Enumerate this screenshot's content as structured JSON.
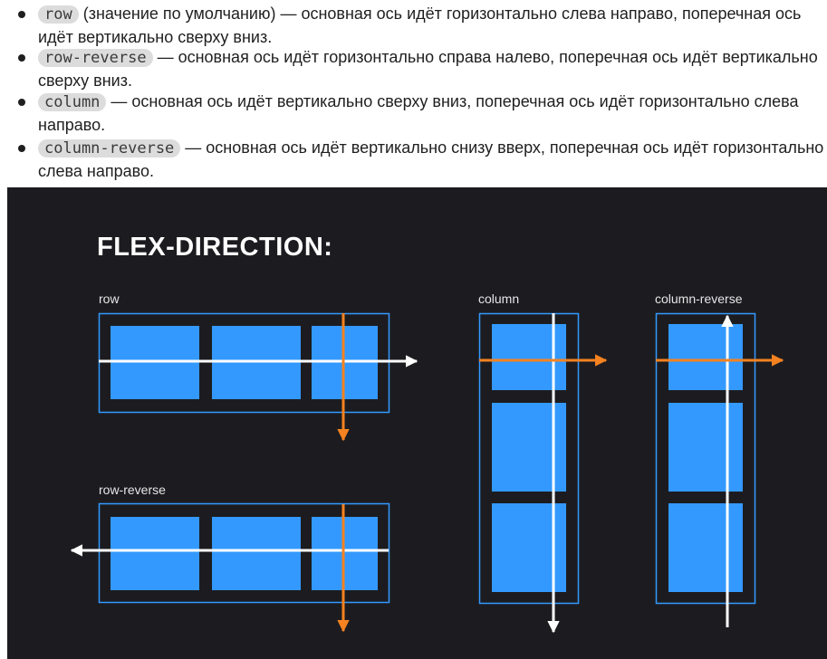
{
  "list": {
    "items": [
      {
        "code": "row",
        "text": " (значение по умолчанию) — основная ось идёт горизонтально слева направо, поперечная ось идёт вертикально сверху вниз."
      },
      {
        "code": "row-reverse",
        "text": " — основная ось идёт горизонтально справа налево, поперечная ось идёт вертикально сверху вниз."
      },
      {
        "code": "column",
        "text": " — основная ось идёт вертикально сверху вниз, поперечная ось идёт горизонтально слева направо."
      },
      {
        "code": "column-reverse",
        "text": " — основная ось идёт вертикально снизу вверх, поперечная ось идёт горизонтально слева направо."
      }
    ]
  },
  "diagram": {
    "title": "FLEX-DIRECTION:",
    "labels": {
      "row": "row",
      "row_reverse": "row-reverse",
      "column": "column",
      "column_reverse": "column-reverse"
    },
    "colors": {
      "background": "#1c1c20",
      "item": "#3399ff",
      "container": "#3399ff",
      "main_axis": "#ffffff",
      "cross_axis": "#f58220"
    }
  }
}
